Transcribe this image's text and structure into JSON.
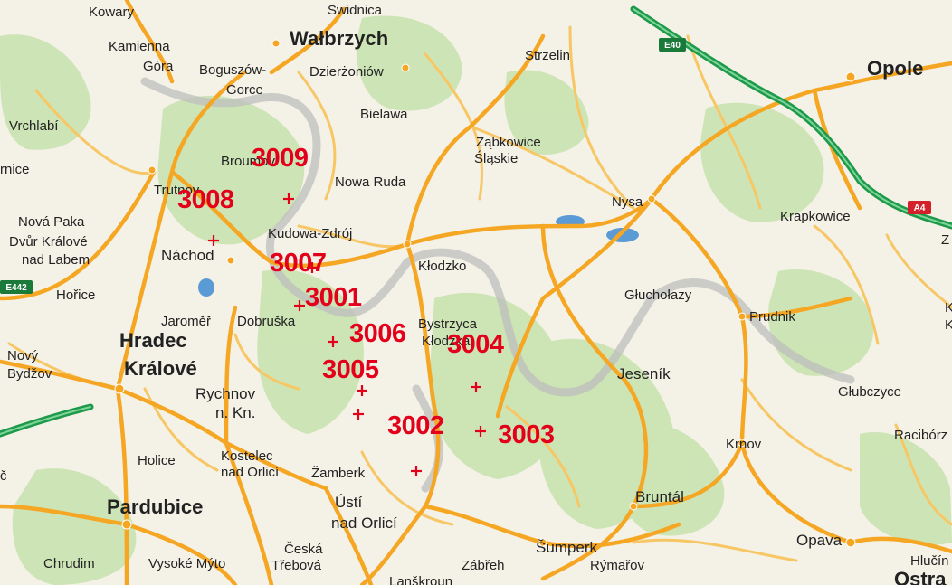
{
  "towns": [
    {
      "id": "kowary",
      "name": "Kowary"
    },
    {
      "id": "swidnica",
      "name": "Swidnica"
    },
    {
      "id": "walbrzych",
      "name": "Wałbrzych"
    },
    {
      "id": "kamienna-gora-1",
      "name": "Kamienna"
    },
    {
      "id": "kamienna-gora-2",
      "name": "Góra"
    },
    {
      "id": "boguszow-1",
      "name": "Boguszów-"
    },
    {
      "id": "boguszow-2",
      "name": "Gorce"
    },
    {
      "id": "dzierzoniow",
      "name": "Dzierżoniów"
    },
    {
      "id": "bielawa",
      "name": "Bielawa"
    },
    {
      "id": "strzelin",
      "name": "Strzelin"
    },
    {
      "id": "opole",
      "name": "Opole"
    },
    {
      "id": "vrchlabi",
      "name": "Vrchlabí"
    },
    {
      "id": "rnice",
      "name": "rnice"
    },
    {
      "id": "broumov",
      "name": "Broumov"
    },
    {
      "id": "nowa-ruda",
      "name": "Nowa Ruda"
    },
    {
      "id": "zabkowice-1",
      "name": "Ząbkowice"
    },
    {
      "id": "zabkowice-2",
      "name": "Śląskie"
    },
    {
      "id": "trutnov",
      "name": "Trutnov"
    },
    {
      "id": "nova-paka",
      "name": "Nová Paka"
    },
    {
      "id": "dvur-kralove-1",
      "name": "Dvůr Králové"
    },
    {
      "id": "dvur-kralove-2",
      "name": "nad Labem"
    },
    {
      "id": "nachod",
      "name": "Náchod"
    },
    {
      "id": "kudowa",
      "name": "Kudowa-Zdrój"
    },
    {
      "id": "nysa",
      "name": "Nysa"
    },
    {
      "id": "krapkowice",
      "name": "Krapkowice"
    },
    {
      "id": "z-edge",
      "name": "Z"
    },
    {
      "id": "klodzko",
      "name": "Kłodzko"
    },
    {
      "id": "horice-top",
      "name": "Hořice"
    },
    {
      "id": "glucholazy",
      "name": "Głuchołazy"
    },
    {
      "id": "jaromer",
      "name": "Jaroměř"
    },
    {
      "id": "dobruska",
      "name": "Dobruška"
    },
    {
      "id": "bystrzyca-1",
      "name": "Bystrzyca"
    },
    {
      "id": "bystrzyca-2",
      "name": "Kłodzka"
    },
    {
      "id": "prudnik",
      "name": "Prudnik"
    },
    {
      "id": "k-edge-1",
      "name": "K"
    },
    {
      "id": "k-edge-2",
      "name": "K"
    },
    {
      "id": "novy-bydzov-1",
      "name": "Nový"
    },
    {
      "id": "novy-bydzov-2",
      "name": "Bydžov"
    },
    {
      "id": "hradec-1",
      "name": "Hradec"
    },
    {
      "id": "hradec-2",
      "name": "Králové"
    },
    {
      "id": "jesenik",
      "name": "Jeseník"
    },
    {
      "id": "glubczyce",
      "name": "Głubczyce"
    },
    {
      "id": "rychnov-1",
      "name": "Rychnov"
    },
    {
      "id": "rychnov-2",
      "name": "n. Kn."
    },
    {
      "id": "raciborz",
      "name": "Racibórz"
    },
    {
      "id": "krnov",
      "name": "Krnov"
    },
    {
      "id": "horice-bottom",
      "name": "Holice"
    },
    {
      "id": "kostelec-1",
      "name": "Kostelec"
    },
    {
      "id": "kostelec-2",
      "name": "nad Orlicí"
    },
    {
      "id": "c-edge",
      "name": "č"
    },
    {
      "id": "zamberk",
      "name": "Žamberk"
    },
    {
      "id": "pardubice",
      "name": "Pardubice"
    },
    {
      "id": "usti-1",
      "name": "Ústí"
    },
    {
      "id": "usti-2",
      "name": "nad Orlicí"
    },
    {
      "id": "bruntal",
      "name": "Bruntál"
    },
    {
      "id": "opava",
      "name": "Opava"
    },
    {
      "id": "hlucin",
      "name": "Hlučín"
    },
    {
      "id": "chrudim",
      "name": "Chrudim"
    },
    {
      "id": "vysoke-myto",
      "name": "Vysoké Mýto"
    },
    {
      "id": "ceska-1",
      "name": "Česká"
    },
    {
      "id": "ceska-2",
      "name": "Třebová"
    },
    {
      "id": "sumperk",
      "name": "Šumperk"
    },
    {
      "id": "zabreh",
      "name": "Zábřeh"
    },
    {
      "id": "rymarov",
      "name": "Rýmařov"
    },
    {
      "id": "lanskroun",
      "name": "Lanškroun"
    },
    {
      "id": "ostrava-edge",
      "name": "Ostra"
    }
  ],
  "road_signs": [
    {
      "id": "e40",
      "label": "E40",
      "color": "#1a7a3a"
    },
    {
      "id": "a4",
      "label": "A4",
      "color": "#d4202a"
    },
    {
      "id": "e442",
      "label": "E442",
      "color": "#1a7a3a"
    }
  ],
  "sites": [
    {
      "id": "3001",
      "label": "3001"
    },
    {
      "id": "3002",
      "label": "3002"
    },
    {
      "id": "3003",
      "label": "3003"
    },
    {
      "id": "3004",
      "label": "3004"
    },
    {
      "id": "3005",
      "label": "3005"
    },
    {
      "id": "3006",
      "label": "3006"
    },
    {
      "id": "3007",
      "label": "3007"
    },
    {
      "id": "3008",
      "label": "3008"
    },
    {
      "id": "3009",
      "label": "3009"
    }
  ],
  "colors": {
    "land": "#f4f1e6",
    "forest": "#c9e3b0",
    "road_major": "#f5a623",
    "road_minor": "#f7c766",
    "motorway": "#1c9a4a",
    "border": "#bdbdbd",
    "water": "#5b9bd5",
    "site": "#e3001b"
  }
}
